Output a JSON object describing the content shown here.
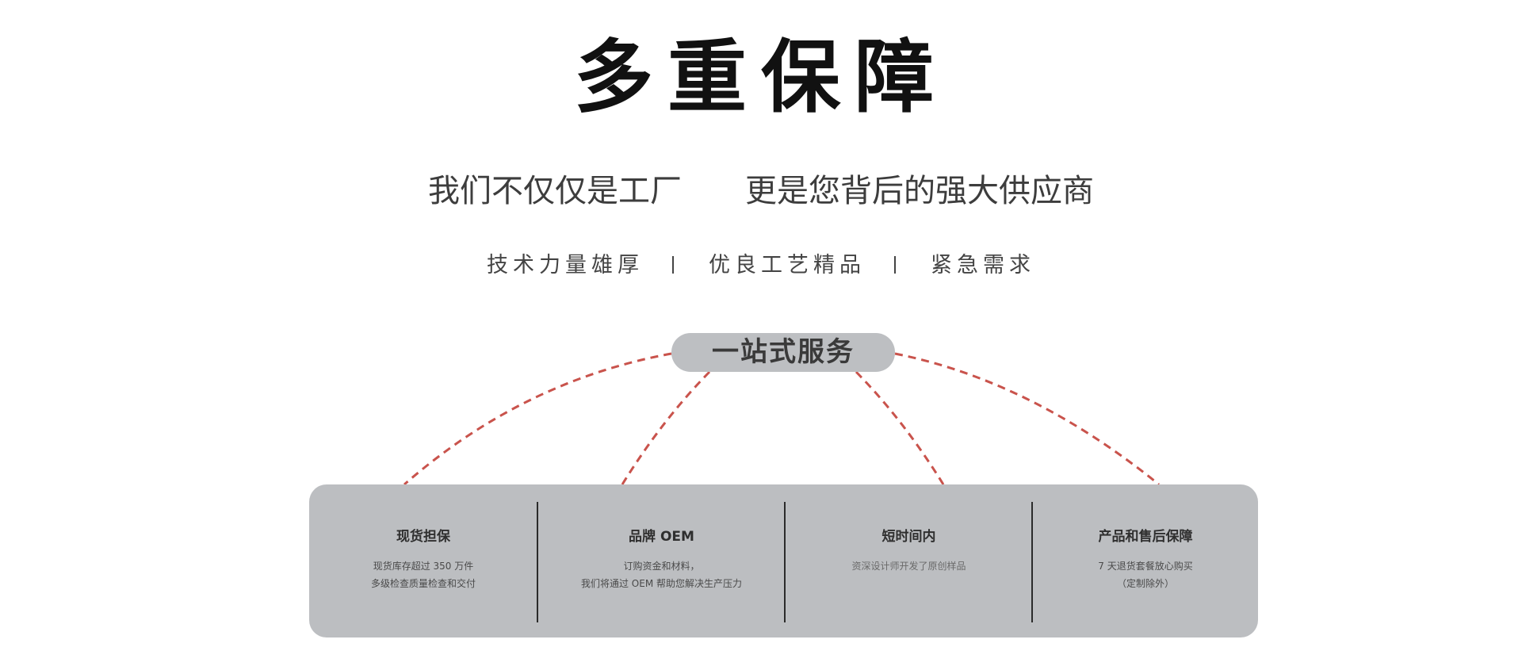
{
  "header": {
    "title": "多重保障",
    "subtitle_left": "我们不仅仅是工厂",
    "subtitle_right": "更是您背后的强大供应商"
  },
  "features": [
    "技术力量雄厚",
    "优良工艺精品",
    "紧急需求"
  ],
  "hub": {
    "label": "一站式服务"
  },
  "services": [
    {
      "title": "现货担保",
      "lines": [
        "现货库存超过 350 万件",
        "多级检查质量检查和交付"
      ]
    },
    {
      "title": "品牌 OEM",
      "lines": [
        "订购资金和材料，",
        "我们将通过 OEM 帮助您解决生产压力"
      ]
    },
    {
      "title": "短时间内",
      "lines": [
        "资深设计师开发了原创样品"
      ]
    },
    {
      "title": "产品和售后保障",
      "lines": [
        "7 天退货套餐放心购买",
        "（定制除外）"
      ]
    }
  ],
  "colors": {
    "connector": "#c9534c",
    "panel": "#bcbec1",
    "pill": "#bdbfc2",
    "title": "#111111"
  }
}
